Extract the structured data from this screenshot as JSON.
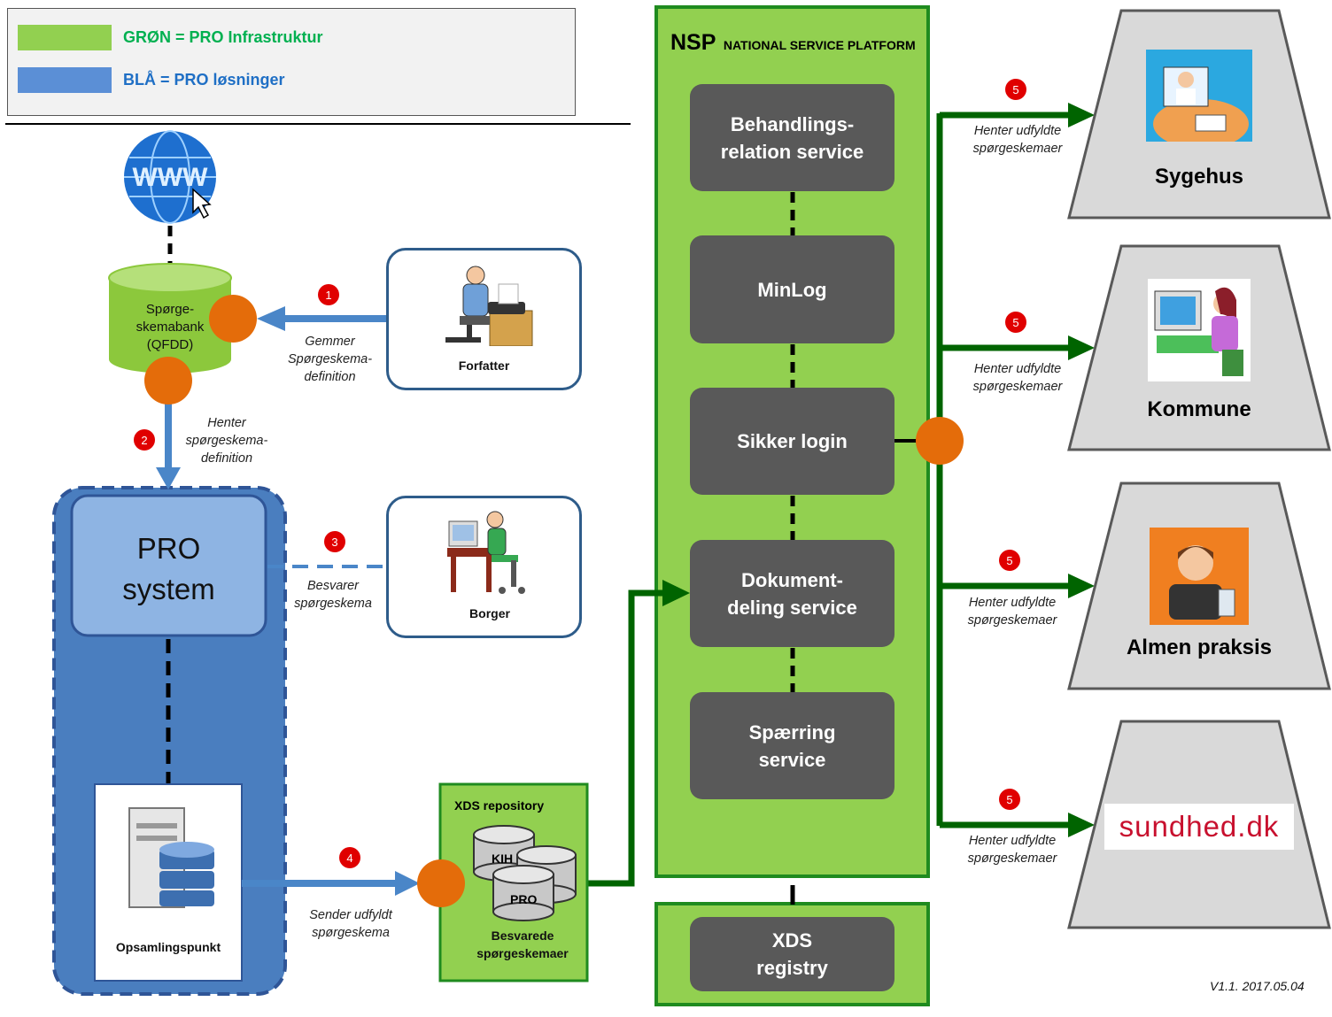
{
  "legend": {
    "green_label": "GRØN = PRO Infrastruktur",
    "blue_label": "BLÅ = PRO løsninger",
    "green_color": "#92d050",
    "blue_color": "#5b8fd6"
  },
  "nsp": {
    "title_main": "NSP",
    "title_sub": "NATIONAL SERVICE PLATFORM",
    "services": [
      "Behandlings-relation service",
      "MinLog",
      "Sikker login",
      "Dokument-deling service",
      "Spærring service"
    ],
    "registry": "XDS registry"
  },
  "left": {
    "database_label": "Spørge-skemabank (QFDD)",
    "pro_system": "PRO system",
    "collection_point": "Opsamlingspunkt",
    "author": "Forfatter",
    "citizen": "Borger"
  },
  "xds_repository": {
    "title": "XDS repository",
    "cyl1": "KIH",
    "cyl2": "PRO",
    "caption": "Besvarede spørgeskemaer"
  },
  "steps": {
    "s1": "1",
    "s1_label": "Gemmer Spørgeskema-definition",
    "s2": "2",
    "s2_label": "Henter spørgeskema-definition",
    "s3": "3",
    "s3_label": "Besvarer spørgeskema",
    "s4": "4",
    "s4_label": "Sender udfyldt spørgeskema",
    "s5": "5",
    "s5_label": "Henter udfyldte spørgeskemaer"
  },
  "consumers": [
    "Sygehus",
    "Kommune",
    "Almen praksis",
    "sundhed.dk"
  ],
  "version": "V1.1. 2017.05.04",
  "colors": {
    "nsp_green": "#92d050",
    "dark_green": "#006400",
    "service_grey": "#595959",
    "connector_orange": "#e46c0a",
    "badge_red": "#e00000",
    "pro_blue_outer": "#4a7ebf",
    "pro_blue_inner": "#8eb4e3",
    "arrow_blue": "#4a86c8",
    "trapezoid_grey": "#d9d9d9"
  }
}
